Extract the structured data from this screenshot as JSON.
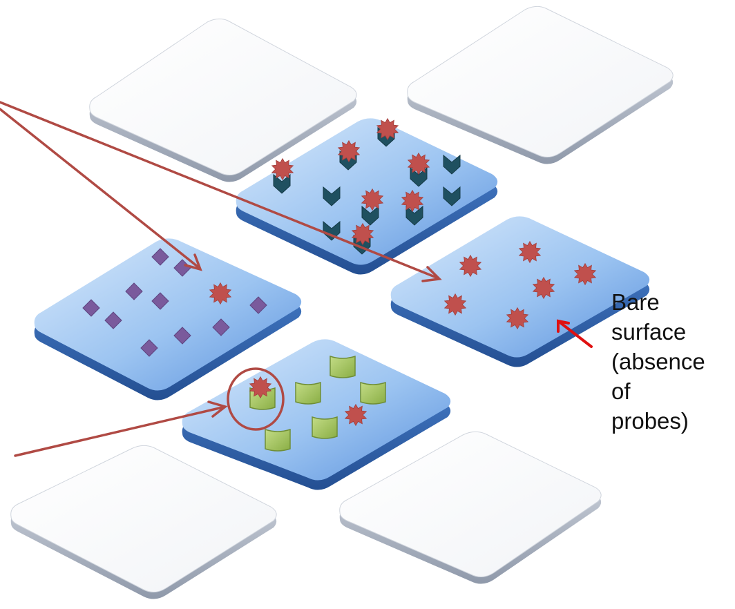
{
  "annotation": {
    "lines": [
      "Bare",
      "surface",
      "(absence",
      "of",
      "probes)"
    ]
  },
  "colors": {
    "tile_blue_light": "#cfe3f9",
    "tile_blue_dark": "#2f6fc8",
    "tile_white": "#ffffff",
    "target_red": "#c0504d",
    "probe_purple": "#7a5a9c",
    "probe_teal": "#1f5060",
    "probe_green": "#9bbb59",
    "arrow_brown": "#b04a44",
    "arrow_red": "#e01010"
  },
  "icons": {
    "target": "red-starburst-icon",
    "probe_diamond": "purple-diamond-icon",
    "probe_chevron": "teal-chevron-icon",
    "probe_curved": "green-curved-square-icon"
  }
}
